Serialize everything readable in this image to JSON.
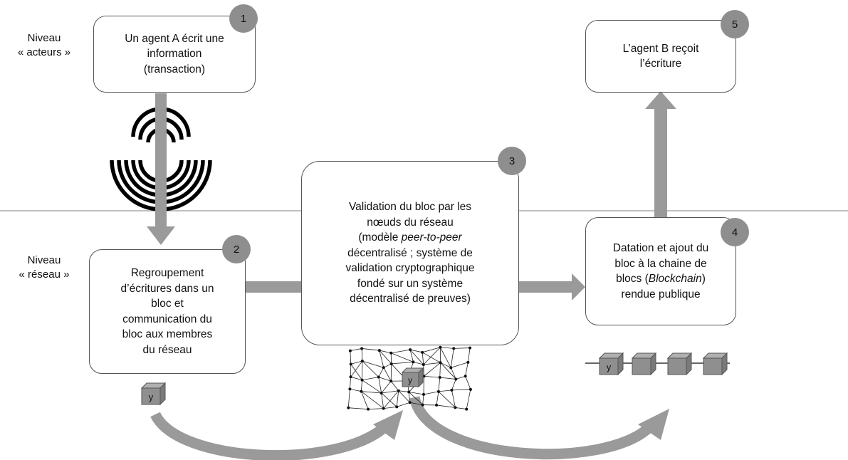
{
  "levels": {
    "actors": [
      "Niveau",
      "« acteurs »"
    ],
    "network": [
      "Niveau",
      "« réseau »"
    ]
  },
  "steps": [
    {
      "num": "1",
      "lines": [
        "Un agent A écrit une",
        "information",
        "(transaction)"
      ]
    },
    {
      "num": "2",
      "lines": [
        "Regroupement",
        "d’écritures dans un",
        "bloc et",
        "communication du",
        "bloc aux membres",
        "du réseau"
      ]
    },
    {
      "num": "3",
      "lines": [
        "Validation du bloc par les",
        "nœuds du réseau",
        "(modèle peer-to-peer",
        "décentralisé ; système de",
        "validation cryptographique",
        "fondé sur un système",
        "décentralisé de preuves)"
      ]
    },
    {
      "num": "4",
      "lines": [
        "Datation et ajout du",
        "bloc à la chaine de",
        "blocs (Blockchain)",
        "rendue publique"
      ]
    },
    {
      "num": "5",
      "lines": [
        "L’agent B reçoit",
        "l’écriture"
      ]
    }
  ],
  "block_letter": "y",
  "colors": {
    "arrow": "#9a9a9a",
    "badge": "#8e8e8e",
    "cube": "#8f8f8f",
    "wave": "#000000"
  }
}
